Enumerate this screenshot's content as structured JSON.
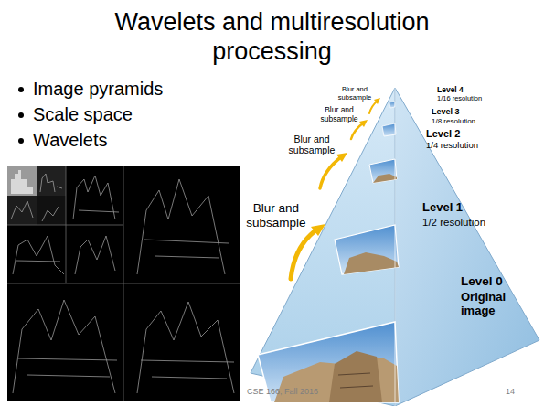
{
  "diagram": {
    "title": "Wavelets and multiresolution processing",
    "labels": [
      "Image pyramids",
      "Scale space",
      "Wavelets",
      "Level 4",
      "1/16 resolution",
      "Blur and subsample",
      "Level 3",
      "1/8 resolution",
      "Blur and subsample",
      "Level 2",
      "1/4 resolution",
      "Blur and subsample",
      "Level 1",
      "1/2 resolution",
      "Blur and subsample",
      "Level 0",
      "Original image",
      "CSE 166, Fall 2016",
      "14"
    ]
  }
}
